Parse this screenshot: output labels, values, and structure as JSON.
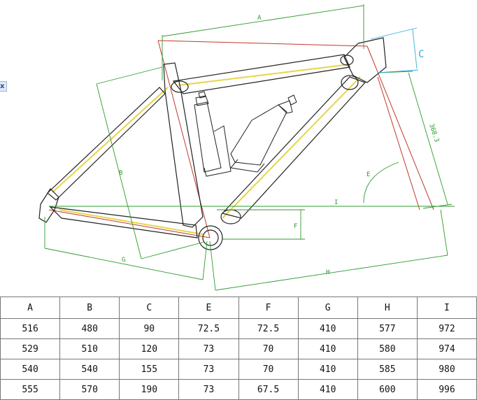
{
  "drawing": {
    "labels": {
      "A": "A",
      "B": "B",
      "C": "C",
      "E": "E",
      "F": "F",
      "G": "G",
      "H": "H",
      "I": "I",
      "head_dim": "368.3"
    },
    "colors": {
      "frame": "#222222",
      "dimension": "#2e9a2e",
      "centerline_red": "#c0392b",
      "centerline_yellow": "#e6d54a",
      "head_dimension": "#33aadd"
    }
  },
  "close_button": {
    "glyph": "x"
  },
  "table": {
    "headers": [
      "A",
      "B",
      "C",
      "E",
      "F",
      "G",
      "H",
      "I"
    ],
    "rows": [
      [
        "516",
        "480",
        "90",
        "72.5",
        "72.5",
        "410",
        "577",
        "972"
      ],
      [
        "529",
        "510",
        "120",
        "73",
        "70",
        "410",
        "580",
        "974"
      ],
      [
        "540",
        "540",
        "155",
        "73",
        "70",
        "410",
        "585",
        "980"
      ],
      [
        "555",
        "570",
        "190",
        "73",
        "67.5",
        "410",
        "600",
        "996"
      ]
    ]
  }
}
